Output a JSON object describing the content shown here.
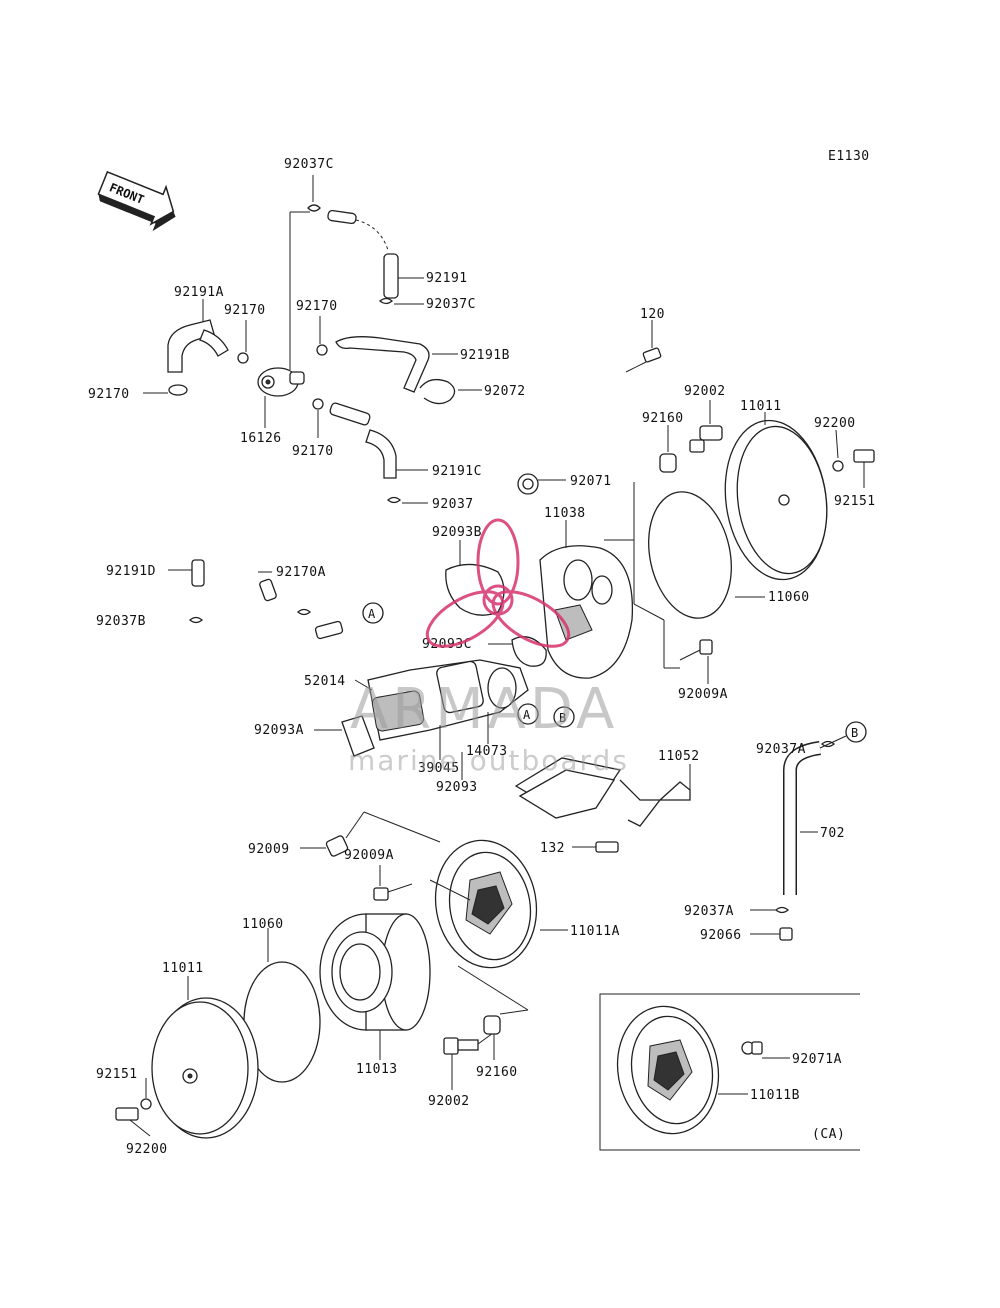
{
  "diagram": {
    "code": "E1130",
    "front_label": "FRONT",
    "watermark": {
      "brand": "ARMADA",
      "tagline": "marine outboards",
      "color_pink": "#d6336c",
      "color_gray": "#9a9a9a"
    },
    "refs": {
      "a": "A",
      "b": "B"
    },
    "inset_label": "(CA)",
    "parts": {
      "p92037C_top": "92037C",
      "p92191": "92191",
      "p92037C_mid": "92037C",
      "p92191A": "92191A",
      "p92170_a": "92170",
      "p92170_b": "92170",
      "p92191B": "92191B",
      "p92170_left": "92170",
      "p92072": "92072",
      "p16126": "16126",
      "p92170_c": "92170",
      "p92191C": "92191C",
      "p92037": "92037",
      "p120": "120",
      "p92002_top": "92002",
      "p92160_top": "92160",
      "p11011_top": "11011",
      "p92200_top": "92200",
      "p92151_top": "92151",
      "p92071": "92071",
      "p11038": "11038",
      "p92093B": "92093B",
      "p92191D": "92191D",
      "p92170A": "92170A",
      "p92037B": "92037B",
      "p11060_top": "11060",
      "p92093C": "92093C",
      "p92009A_top": "92009A",
      "p52014": "52014",
      "p92093A": "92093A",
      "p14073": "14073",
      "p39045": "39045",
      "p92093": "92093",
      "p11052": "11052",
      "p92037A_top": "92037A",
      "p702": "702",
      "p132": "132",
      "p92009": "92009",
      "p92009A_mid": "92009A",
      "p11011A": "11011A",
      "p92037A_bot": "92037A",
      "p92066": "92066",
      "p11060_bot": "11060",
      "p11011_bot": "11011",
      "p11013": "11013",
      "p92160_bot": "92160",
      "p92151_bot": "92151",
      "p92002_bot": "92002",
      "p92200_bot": "92200",
      "p92071A": "92071A",
      "p11011B": "11011B"
    }
  }
}
